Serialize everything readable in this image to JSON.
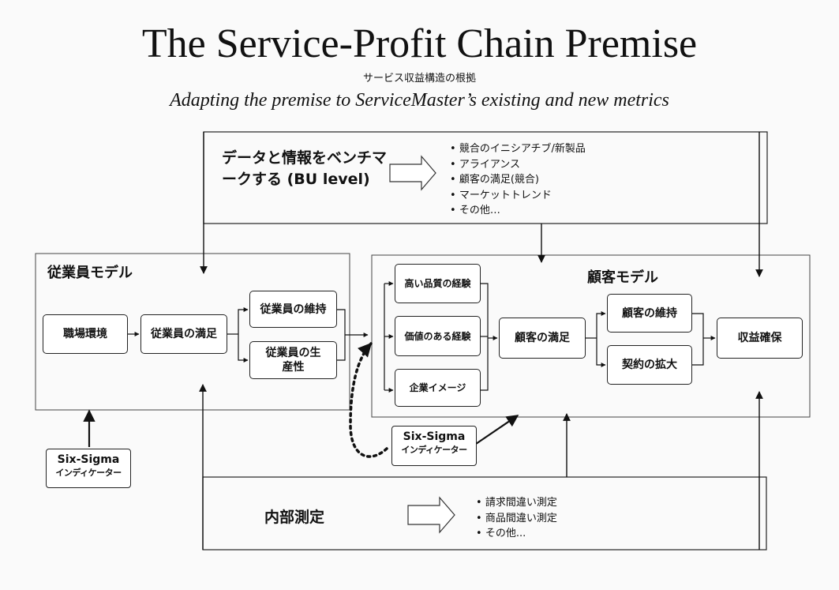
{
  "header": {
    "title": "The Service-Profit Chain Premise",
    "subtitle_ja": "サービス収益構造の根拠",
    "subtitle_en": "Adapting the premise to ServiceMaster’s existing and new metrics"
  },
  "benchmark": {
    "label": "データと情報をベンチマークする (BU level)",
    "items": [
      "競合のイニシアチブ/新製品",
      "アライアンス",
      "顧客の満足(競合)",
      "マーケットトレンド",
      "その他…"
    ]
  },
  "employee_model": {
    "label": "従業員モデル",
    "workplace": "職場環境",
    "satisfaction": "従業員の満足",
    "retention": "従業員の維持",
    "productivity": "従業員の生産性"
  },
  "customer_model": {
    "label": "顧客モデル",
    "quality_experience": "高い品質の経験",
    "value_experience": "価値のある経験",
    "corporate_image": "企業イメージ",
    "satisfaction": "顧客の満足",
    "retention": "顧客の維持",
    "contract_expansion": "契約の拡大",
    "profit": "収益確保"
  },
  "indicators": {
    "left": {
      "line1": "Six-Sigma",
      "line2": "インディケーター"
    },
    "middle": {
      "line1": "Six-Sigma",
      "line2": "インディケーター"
    }
  },
  "internal": {
    "label": "内部測定",
    "items": [
      "請求間違い測定",
      "商品間違い測定",
      "その他..."
    ]
  }
}
